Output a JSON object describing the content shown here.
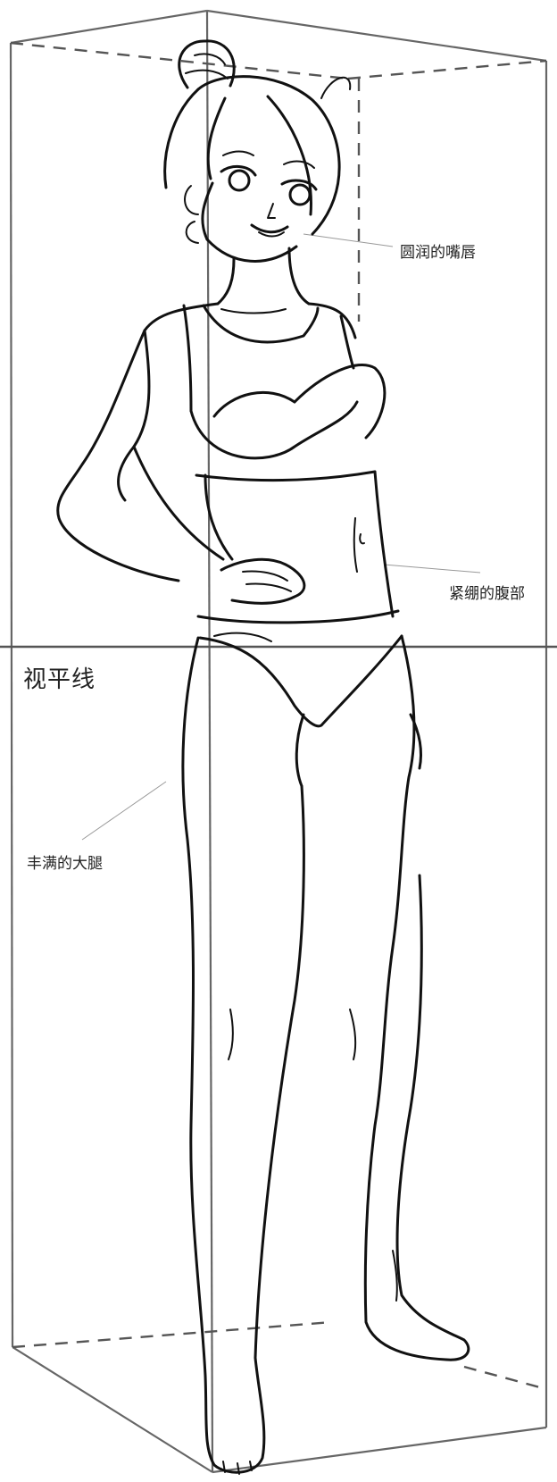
{
  "labels": {
    "lips": "圆润的嘴唇",
    "abdomen": "紧绷的腹部",
    "horizon": "视平线",
    "thighs": "丰满的大腿"
  }
}
